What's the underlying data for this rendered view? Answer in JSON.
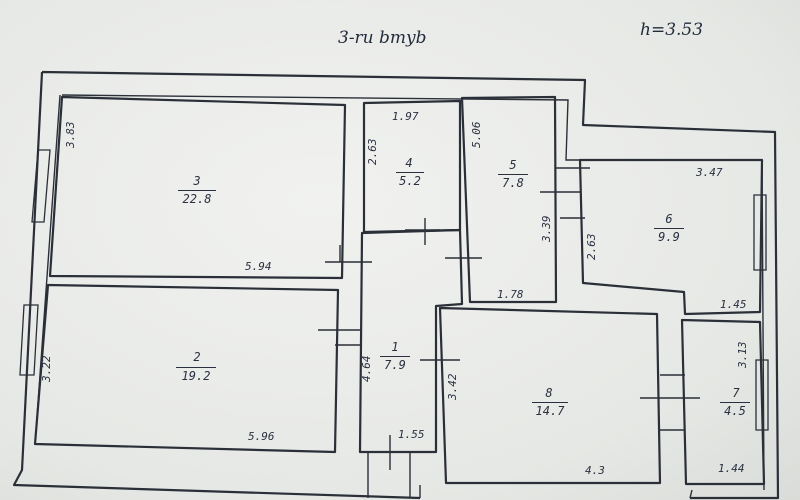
{
  "header": {
    "floor_note": "3-ru bmyb",
    "ceiling_height": "h=3.53"
  },
  "rooms": [
    {
      "number": "1",
      "area": "7.9"
    },
    {
      "number": "2",
      "area": "19.2"
    },
    {
      "number": "3",
      "area": "22.8"
    },
    {
      "number": "4",
      "area": "5.2"
    },
    {
      "number": "5",
      "area": "7.8"
    },
    {
      "number": "6",
      "area": "9.9"
    },
    {
      "number": "7",
      "area": "4.5"
    },
    {
      "number": "8",
      "area": "14.7"
    }
  ],
  "dimensions": {
    "r3_height": "3.83",
    "r3_width": "5.94",
    "r2_height": "3.22",
    "r2_width": "5.96",
    "r4_height": "2.63",
    "r4_width": "1.97",
    "r5_height": "5.06",
    "r5_side": "3.39",
    "r5_width": "1.78",
    "r6_height": "2.63",
    "r6_width": "3.47",
    "r6_bottom": "1.45",
    "r1_height": "4.64",
    "r1_width": "1.55",
    "r8_height": "3.42",
    "r8_width": "4.3",
    "r7_height": "3.13",
    "r7_width": "1.44"
  }
}
